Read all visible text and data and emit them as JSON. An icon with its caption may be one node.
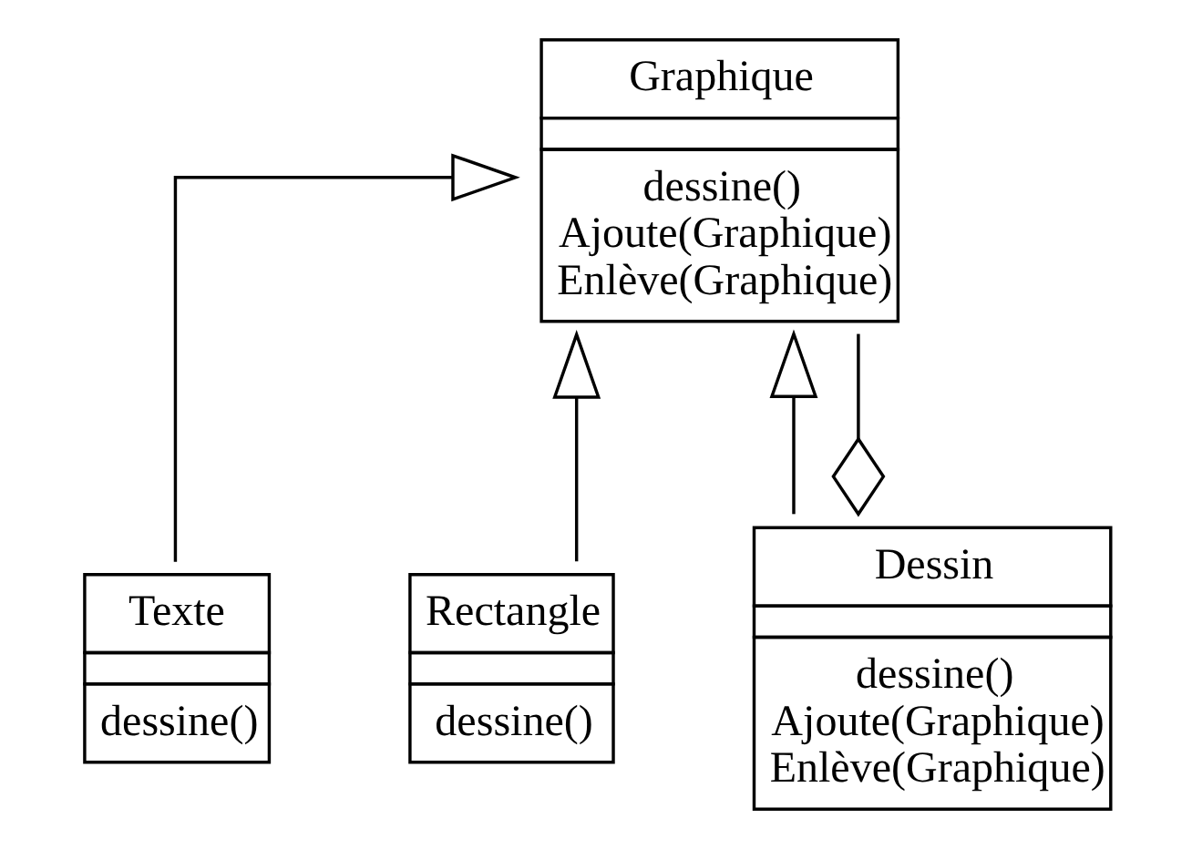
{
  "diagram": {
    "nodes": [
      {
        "text": [
          "Graphique",
          "dessine()",
          "Ajoute(Graphique)",
          "Enlève(Graphique)"
        ]
      },
      {
        "text": [
          "Texte",
          "dessine()"
        ]
      },
      {
        "text": [
          "Rectangle",
          "dessine()"
        ]
      },
      {
        "text": [
          "Dessin",
          "dessine()",
          "Ajoute(Graphique)",
          "Enlève(Graphique)"
        ]
      }
    ],
    "edges": [
      {
        "from": 1,
        "to": 0,
        "arrow": "to"
      },
      {
        "from": 2,
        "to": 0,
        "arrow": "to"
      },
      {
        "from": 3,
        "to": 0,
        "arrow": "to"
      },
      {
        "from": 3,
        "to": 0,
        "arrow": "other"
      }
    ]
  }
}
